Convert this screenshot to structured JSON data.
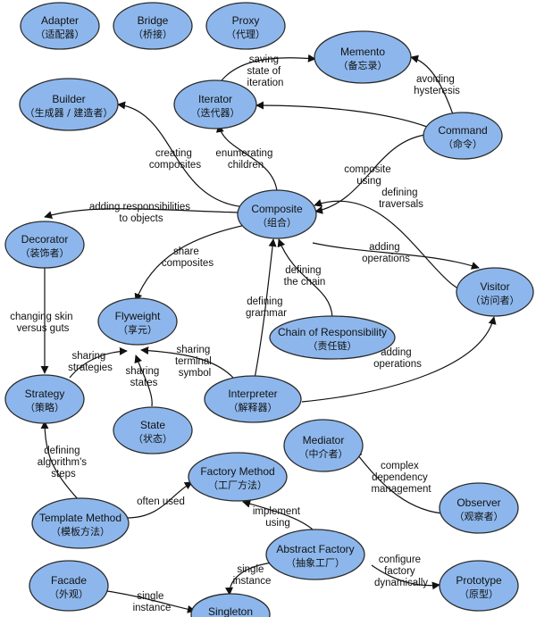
{
  "nodes": {
    "adapter": {
      "title": "Adapter",
      "sub": "（适配器）"
    },
    "bridge": {
      "title": "Bridge",
      "sub": "（桥接）"
    },
    "proxy": {
      "title": "Proxy",
      "sub": "（代理）"
    },
    "memento": {
      "title": "Memento",
      "sub": "（备忘录）"
    },
    "builder": {
      "title": "Builder",
      "sub": "（生成器 / 建造者）"
    },
    "iterator": {
      "title": "Iterator",
      "sub": "（迭代器）"
    },
    "command": {
      "title": "Command",
      "sub": "（命令）"
    },
    "composite": {
      "title": "Composite",
      "sub": "（组合）"
    },
    "decorator": {
      "title": "Decorator",
      "sub": "（装饰者）"
    },
    "flyweight": {
      "title": "Flyweight",
      "sub": "（享元）"
    },
    "visitor": {
      "title": "Visitor",
      "sub": "（访问者）"
    },
    "chain": {
      "title": "Chain of Responsibility",
      "sub": "（责任链）"
    },
    "strategy": {
      "title": "Strategy",
      "sub": "（策略）"
    },
    "interpreter": {
      "title": "Interpreter",
      "sub": "（解释器）"
    },
    "state": {
      "title": "State",
      "sub": "（状态）"
    },
    "mediator": {
      "title": "Mediator",
      "sub": "（中介者）"
    },
    "factory_method": {
      "title": "Factory Method",
      "sub": "（工厂方法）"
    },
    "observer": {
      "title": "Observer",
      "sub": "（观察者）"
    },
    "template_method": {
      "title": "Template Method",
      "sub": "（模板方法）"
    },
    "abstract_factory": {
      "title": "Abstract Factory",
      "sub": "（抽象工厂）"
    },
    "facade": {
      "title": "Facade",
      "sub": "（外观）"
    },
    "prototype": {
      "title": "Prototype",
      "sub": "（原型）"
    },
    "singleton": {
      "title": "Singleton",
      "sub": ""
    }
  },
  "edges": {
    "saving_state": [
      "saving",
      "state of",
      "iteration"
    ],
    "avoiding_hysteresis": [
      "avoiding",
      "hysteresis"
    ],
    "creating_composites": [
      "creating",
      "composites"
    ],
    "enumerating_children": [
      "enumerating",
      "children"
    ],
    "composite_using": [
      "composite",
      "using"
    ],
    "defining_traversals": [
      "defining",
      "traversals"
    ],
    "adding_responsibilities": [
      "adding responsibilities",
      "to objects"
    ],
    "share_composites": [
      "share",
      "composites"
    ],
    "adding_operations_visitor": [
      "adding",
      "operations"
    ],
    "defining_chain": [
      "defining",
      "the chain"
    ],
    "defining_grammar": [
      "defining",
      "grammar"
    ],
    "changing_skin": [
      "changing skin",
      "versus guts"
    ],
    "sharing_strategies": [
      "sharing",
      "strategies"
    ],
    "sharing_states": [
      "sharing",
      "states"
    ],
    "sharing_terminal": [
      "sharing",
      "terminal",
      "symbol"
    ],
    "adding_operations_interp": [
      "adding",
      "operations"
    ],
    "defining_algorithm": [
      "defining",
      "algorithm's",
      "steps"
    ],
    "often_used": [
      "often used"
    ],
    "complex_dependency": [
      "complex",
      "dependency",
      "management"
    ],
    "implement_using": [
      "implement",
      "using"
    ],
    "single_instance_af": [
      "single",
      "instance"
    ],
    "configure_factory": [
      "configure",
      "factory",
      "dynamically"
    ],
    "single_instance_facade": [
      "single",
      "instance"
    ]
  }
}
